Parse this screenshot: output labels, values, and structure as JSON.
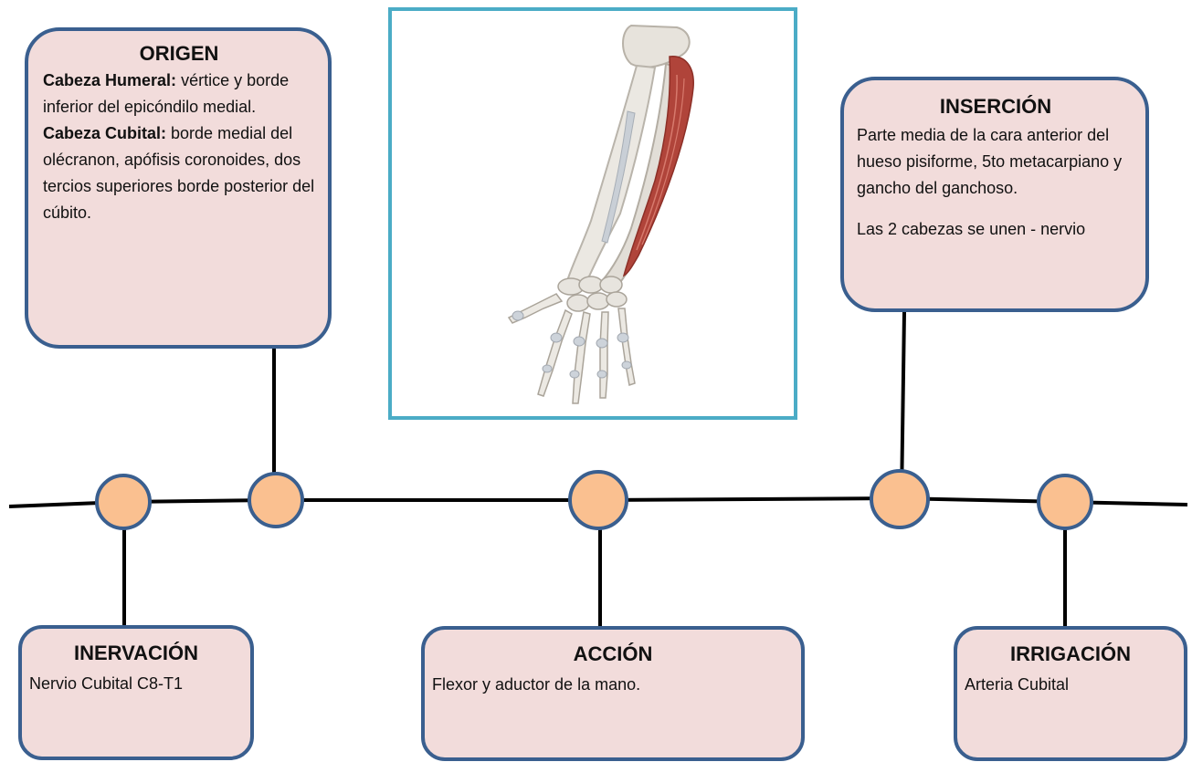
{
  "origen": {
    "title": "ORIGEN",
    "humeral_label": "Cabeza Humeral:",
    "humeral_text": " vértice y borde inferior del epicóndilo medial.",
    "cubital_label": "Cabeza Cubital:",
    "cubital_text": " borde medial del olécranon, apófisis coronoides, dos tercios superiores borde posterior del cúbito."
  },
  "insercion": {
    "title": "INSERCIÓN",
    "text": "Parte media de la cara anterior del hueso pisiforme, 5to metacarpiano y gancho del ganchoso.",
    "note": "Las 2 cabezas se unen - nervio"
  },
  "inervacion": {
    "title": "INERVACIÓN",
    "text": "Nervio Cubital C8-T1"
  },
  "accion": {
    "title": "ACCIÓN",
    "text": "Flexor y aductor de la mano."
  },
  "irrigacion": {
    "title": "IRRIGACIÓN",
    "text": "Arteria Cubital"
  },
  "colors": {
    "box_fill": "#f2dcdb",
    "box_border": "#3a5f8f",
    "node_fill": "#fac090",
    "frame_border": "#4bacc6",
    "muscle": "#b0443a"
  },
  "image": {
    "icon": "forearm-muscle-illustration"
  }
}
